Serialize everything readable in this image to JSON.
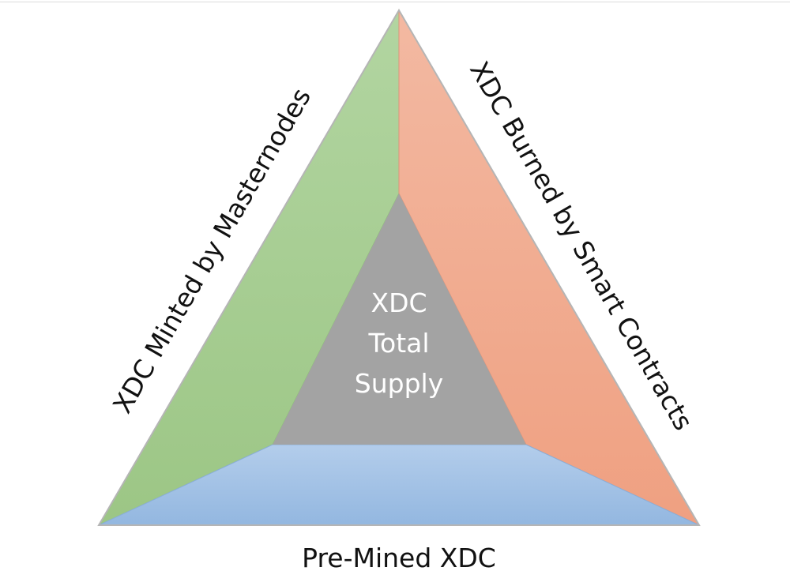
{
  "diagram": {
    "title": "XDC Total Supply",
    "center": {
      "lines": [
        "XDC",
        "Total",
        "Supply"
      ],
      "color": "#a3a3a3"
    },
    "sides": {
      "left": {
        "label": "XDC Minted by Masternodes",
        "color": "#a7cd93"
      },
      "right": {
        "label": "XDC Burned by Smart Contracts",
        "color": "#f1aa8f"
      },
      "bottom": {
        "label": "Pre-Mined XDC",
        "color": "#a6c3e6"
      }
    },
    "colors": {
      "outline": "#b5b5b5",
      "text_dark": "#111111",
      "text_light": "#ffffff"
    }
  }
}
